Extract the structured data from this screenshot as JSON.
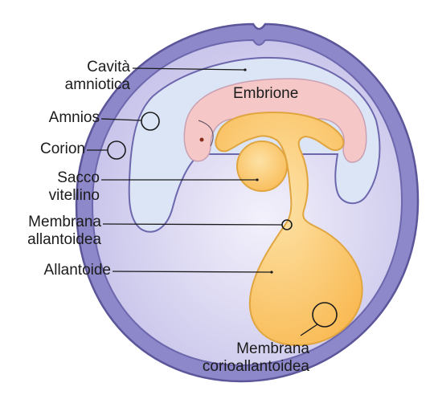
{
  "labels": {
    "cavita_amniotica": "Cavità\namniotica",
    "amnios": "Amnios",
    "corion": "Corion",
    "sacco_vitellino": "Sacco\nvitellino",
    "membrana_allantoidea": "Membrana\nallantoidea",
    "allantoide": "Allantoide",
    "membrana_corioallantoidea": "Membrana\ncorioallantoidea",
    "embrione": "Embrione"
  },
  "colors": {
    "outer_rim": "#8a86c6",
    "outer_fill": "#b9b6e3",
    "chorion_line": "#6d67ad",
    "amniotic_fluid": "#dde6f6",
    "embryo": "#f6c9c8",
    "yolk_allantois": "#fbc56e",
    "yolk_outline": "#e0a53f",
    "leader": "#1b1b1b"
  }
}
